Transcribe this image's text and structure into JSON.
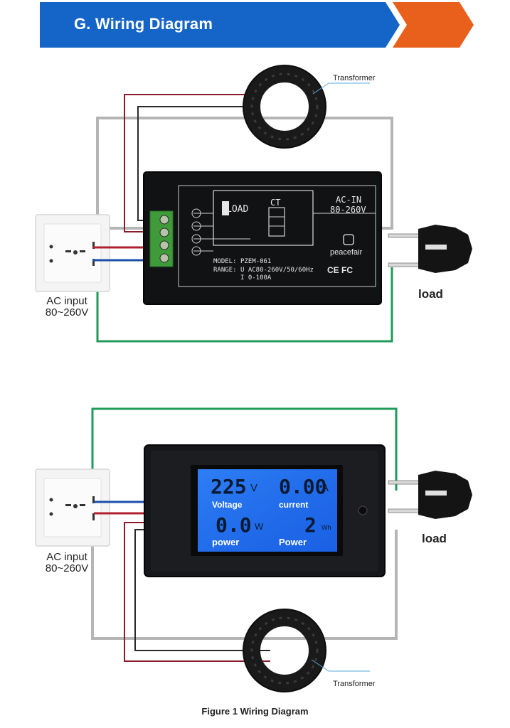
{
  "header": {
    "title": "G. Wiring Diagram",
    "colors": {
      "blue": "#1565c8",
      "orange": "#e8601c"
    }
  },
  "top_diagram": {
    "transformer_label": "Transformer",
    "ac_input_label": "AC input",
    "ac_input_range": "80~260V",
    "load_label": "load",
    "panel": {
      "load_text": "LOAD",
      "ct_text": "CT",
      "ac_in_text": "AC-IN",
      "ac_in_range": "80-260V",
      "brand": "peacefair",
      "model_label": "MODEL:",
      "model_value": "PZEM-061",
      "range_label": "RANGE:",
      "range_u": "U AC80-260V/50/60Hz",
      "range_i": "I 0-100A",
      "cert": "CE FC"
    }
  },
  "bottom_diagram": {
    "transformer_label": "Transformer",
    "ac_input_label": "AC input",
    "ac_input_range": "80~260V",
    "load_label": "load",
    "lcd": {
      "voltage_value": "225",
      "voltage_unit": "V",
      "voltage_label": "Voltage",
      "current_value": "0.00",
      "current_unit": "A",
      "current_label": "current",
      "power_value": "0.0",
      "power_unit": "W",
      "power_label": "power",
      "energy_value": "2",
      "energy_unit": "Wh",
      "energy_label": "Power"
    }
  },
  "wire_colors": {
    "red": "#8b1a2a",
    "black": "#2a2a2a",
    "gray": "#b5b5b5",
    "green": "#1f9a5a",
    "blue": "#1a4fa8"
  },
  "caption": "Figure 1 Wiring Diagram"
}
